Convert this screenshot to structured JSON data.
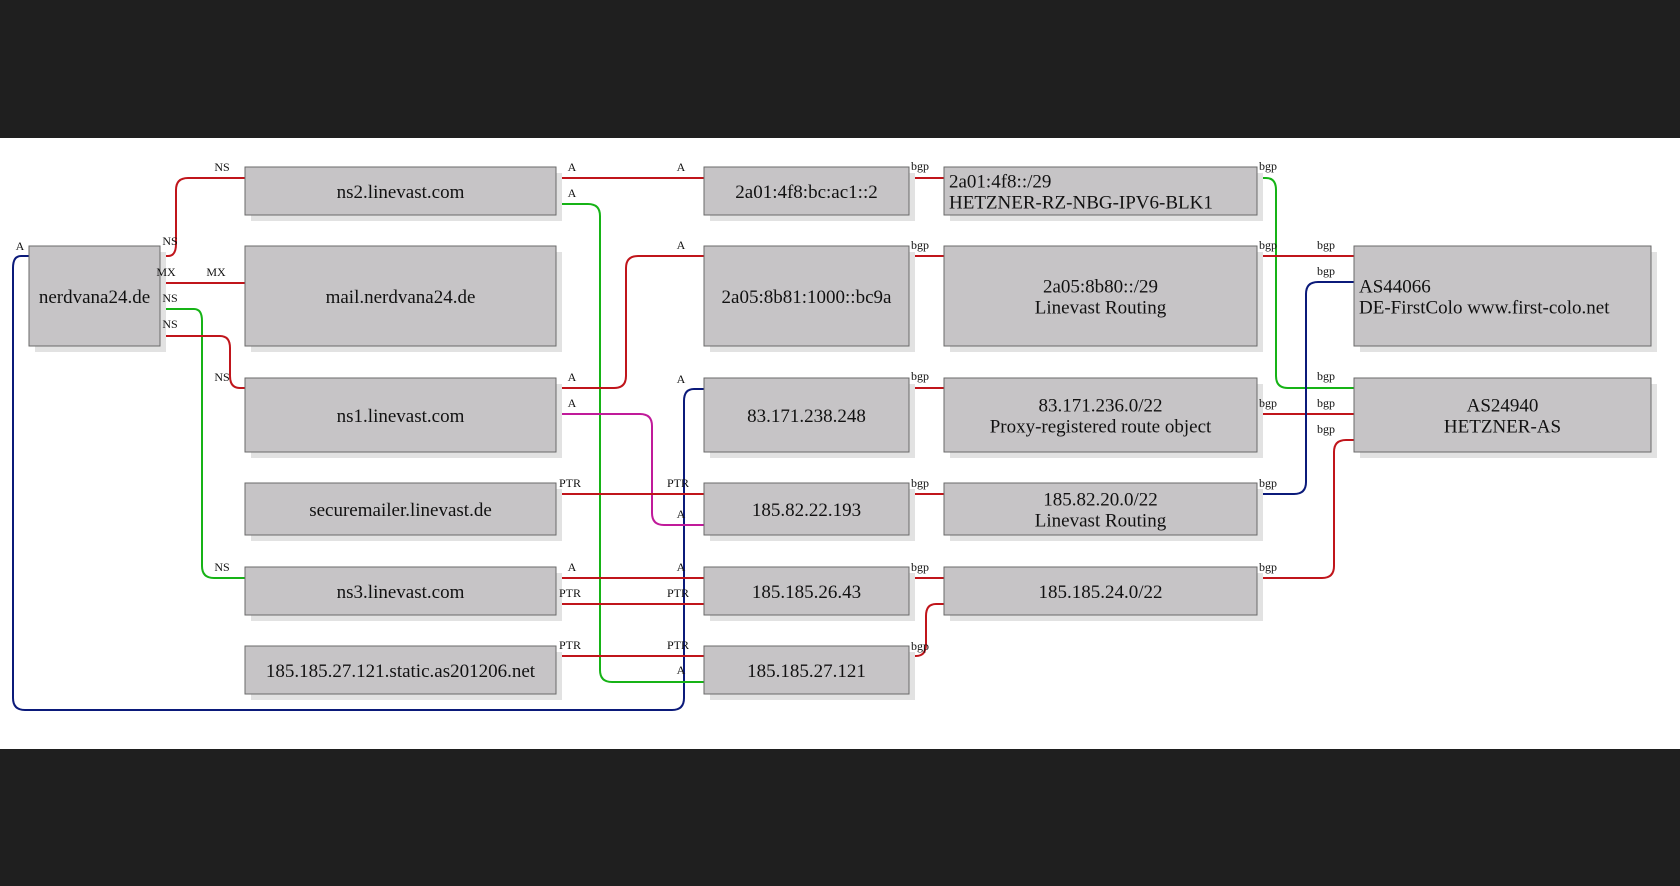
{
  "colors": {
    "page_background": "#1f1f1f",
    "canvas_background": "#ffffff",
    "node_fill": "#c6c4c6",
    "edge_red": "#c0151b",
    "edge_green": "#16b316",
    "edge_blue": "#0b1a7a",
    "edge_magenta": "#c01a9a"
  },
  "nodes": [
    {
      "id": "nerdvana24",
      "lines": [
        "nerdvana24.de"
      ]
    },
    {
      "id": "ns2",
      "lines": [
        "ns2.linevast.com"
      ]
    },
    {
      "id": "mail",
      "lines": [
        "mail.nerdvana24.de"
      ]
    },
    {
      "id": "ns1",
      "lines": [
        "ns1.linevast.com"
      ]
    },
    {
      "id": "securemailer",
      "lines": [
        "securemailer.linevast.de"
      ]
    },
    {
      "id": "ns3",
      "lines": [
        "ns3.linevast.com"
      ]
    },
    {
      "id": "static",
      "lines": [
        "185.185.27.121.static.as201206.net"
      ]
    },
    {
      "id": "ip6a",
      "lines": [
        "2a01:4f8:bc:ac1::2"
      ]
    },
    {
      "id": "ip6b",
      "lines": [
        "2a05:8b81:1000::bc9a"
      ]
    },
    {
      "id": "ip83",
      "lines": [
        "83.171.238.248"
      ]
    },
    {
      "id": "ip185a",
      "lines": [
        "185.82.22.193"
      ]
    },
    {
      "id": "ip185b",
      "lines": [
        "185.185.26.43"
      ]
    },
    {
      "id": "ip185c",
      "lines": [
        "185.185.27.121"
      ]
    },
    {
      "id": "pfx6a",
      "lines": [
        "2a01:4f8::/29",
        "HETZNER-RZ-NBG-IPV6-BLK1"
      ]
    },
    {
      "id": "pfx6b",
      "lines": [
        "2a05:8b80::/29",
        "Linevast Routing"
      ]
    },
    {
      "id": "pfx83",
      "lines": [
        "83.171.236.0/22",
        "Proxy-registered route object"
      ]
    },
    {
      "id": "pfx185a",
      "lines": [
        "185.82.20.0/22",
        "Linevast Routing"
      ]
    },
    {
      "id": "pfx185b",
      "lines": [
        "185.185.24.0/22"
      ]
    },
    {
      "id": "as44066",
      "lines": [
        "AS44066",
        "DE-FirstColo www.first-colo.net"
      ]
    },
    {
      "id": "as24940",
      "lines": [
        "AS24940",
        "HETZNER-AS"
      ]
    }
  ],
  "edges": [
    {
      "from": "nerdvana24",
      "to": "ns2",
      "label_from": "NS",
      "label_to": "NS",
      "color": "red"
    },
    {
      "from": "nerdvana24",
      "to": "mail",
      "label_from": "MX",
      "label_to": "MX",
      "color": "red"
    },
    {
      "from": "nerdvana24",
      "to": "ns3",
      "label_from": "NS",
      "label_to": "NS",
      "color": "green"
    },
    {
      "from": "nerdvana24",
      "to": "ns1",
      "label_from": "NS",
      "label_to": "NS",
      "color": "red"
    },
    {
      "from": "nerdvana24",
      "to": "ip83",
      "label_from": "A",
      "label_to": "A",
      "color": "blue"
    },
    {
      "from": "ns2",
      "to": "ip6a",
      "label_from": "A",
      "label_to": "A",
      "color": "red"
    },
    {
      "from": "ns2",
      "to": "ip185c",
      "label_from": "A",
      "label_to": "A",
      "color": "green"
    },
    {
      "from": "ns1",
      "to": "ip6b",
      "label_from": "A",
      "label_to": "A",
      "color": "red"
    },
    {
      "from": "ns1",
      "to": "ip185a",
      "label_from": "A",
      "label_to": "A",
      "color": "magenta"
    },
    {
      "from": "securemailer",
      "to": "ip185a",
      "label_from": "PTR",
      "label_to": "PTR",
      "color": "red"
    },
    {
      "from": "ns3",
      "to": "ip185b",
      "label_from": "A",
      "label_to": "A",
      "color": "red"
    },
    {
      "from": "ns3",
      "to": "ip185b",
      "label_from": "PTR",
      "label_to": "PTR",
      "color": "red"
    },
    {
      "from": "static",
      "to": "ip185c",
      "label_from": "PTR",
      "label_to": "PTR",
      "color": "red"
    },
    {
      "from": "ip6a",
      "to": "pfx6a",
      "label_from": "bgp",
      "label_to": "",
      "color": "red"
    },
    {
      "from": "ip6b",
      "to": "pfx6b",
      "label_from": "bgp",
      "label_to": "",
      "color": "red"
    },
    {
      "from": "ip83",
      "to": "pfx83",
      "label_from": "bgp",
      "label_to": "",
      "color": "red"
    },
    {
      "from": "ip185a",
      "to": "pfx185a",
      "label_from": "bgp",
      "label_to": "",
      "color": "red"
    },
    {
      "from": "ip185b",
      "to": "pfx185b",
      "label_from": "bgp",
      "label_to": "",
      "color": "red"
    },
    {
      "from": "ip185c",
      "to": "pfx185b",
      "label_from": "bgp",
      "label_to": "",
      "color": "red"
    },
    {
      "from": "pfx6a",
      "to": "as24940",
      "label_from": "bgp",
      "label_to": "bgp",
      "color": "green"
    },
    {
      "from": "pfx6b",
      "to": "as44066",
      "label_from": "bgp",
      "label_to": "bgp",
      "color": "red"
    },
    {
      "from": "pfx83",
      "to": "as24940",
      "label_from": "bgp",
      "label_to": "bgp",
      "color": "red"
    },
    {
      "from": "pfx185a",
      "to": "as44066",
      "label_from": "bgp",
      "label_to": "bgp",
      "color": "blue"
    },
    {
      "from": "pfx185b",
      "to": "as24940",
      "label_from": "bgp",
      "label_to": "bgp",
      "color": "red"
    }
  ]
}
